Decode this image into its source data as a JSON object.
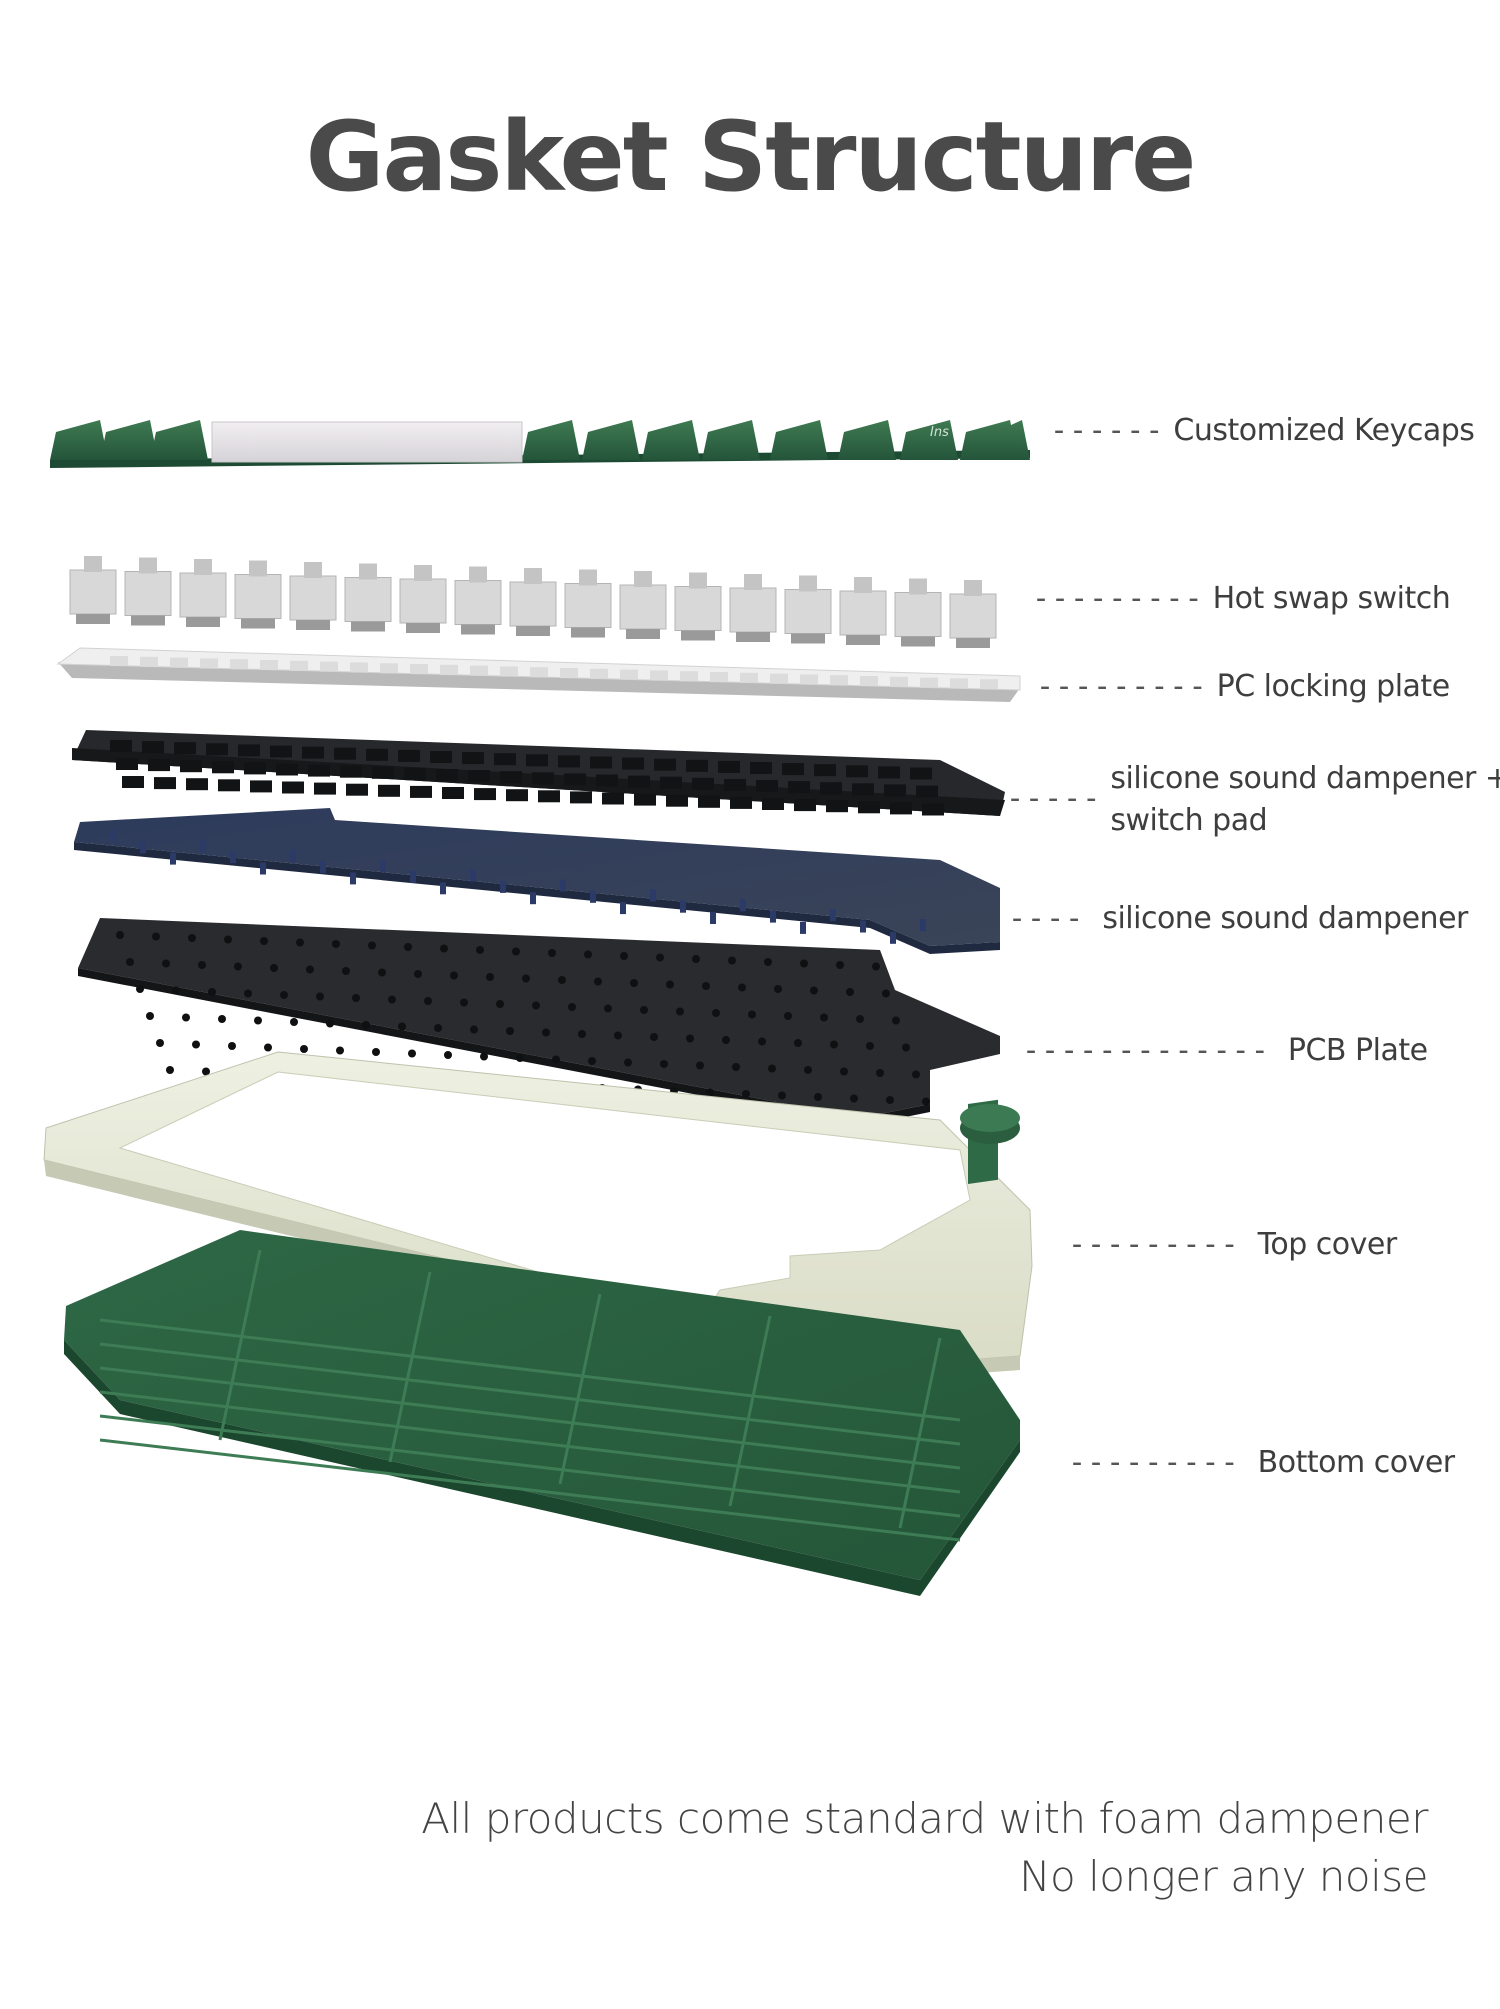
{
  "title": "Gasket Structure",
  "layers": [
    {
      "id": "keycaps",
      "label": "Customized Keycaps",
      "dashes": "------"
    },
    {
      "id": "switch",
      "label": "Hot swap switch",
      "dashes": "---------"
    },
    {
      "id": "plate",
      "label": "PC locking plate",
      "dashes": "---------"
    },
    {
      "id": "dampener-pad",
      "label": "silicone sound dampener +",
      "label2": "switch pad",
      "dashes": "-----"
    },
    {
      "id": "dampener",
      "label": "silicone sound dampener",
      "dashes": "----"
    },
    {
      "id": "pcb",
      "label": "PCB Plate",
      "dashes": "-------------"
    },
    {
      "id": "top-cover",
      "label": "Top cover",
      "dashes": "---------"
    },
    {
      "id": "bottom-cover",
      "label": "Bottom cover",
      "dashes": "---------"
    }
  ],
  "keycap_legend": "Ins",
  "footer": {
    "line1": "All products come standard with foam dampener",
    "line2": "No longer any noise"
  },
  "colors": {
    "title": "#4a4a4a",
    "green": "#2f6a43",
    "dark_green": "#22523a",
    "cream": "#e6e8d6",
    "plate_white": "#ececec",
    "pad_dark": "#2b2d31",
    "pcb_blue": "#33415e",
    "pcb_black": "#262729"
  }
}
